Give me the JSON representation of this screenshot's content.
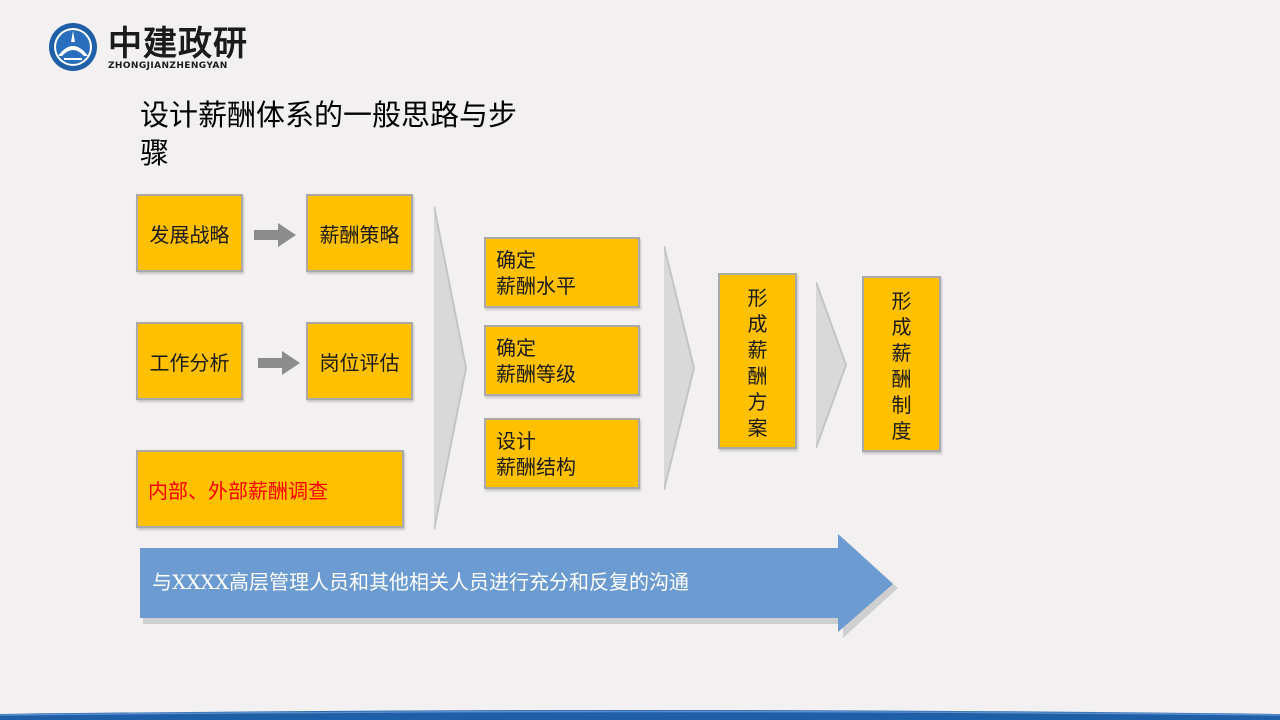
{
  "logo": {
    "name": "中建政研",
    "subtitle": "ZHONGJIANZHENGYAN",
    "colors": {
      "blue": "#1e5fa8",
      "dark": "#1b1b1b"
    }
  },
  "title": "设计薪酬体系的一般思路与步骤",
  "title_lines": [
    "设计薪酬体系的一般思路与步",
    "骤"
  ],
  "stage1": {
    "row1": {
      "left": "发展战略",
      "right": "薪酬策略"
    },
    "row2": {
      "left": "工作分析",
      "right": "岗位评估"
    },
    "survey": "内部、外部薪酬调查"
  },
  "stage2": {
    "items": [
      {
        "line1": "确定",
        "line2": "薪酬水平"
      },
      {
        "line1": "确定",
        "line2": "薪酬等级"
      },
      {
        "line1": "设计",
        "line2": "薪酬结构"
      }
    ]
  },
  "stage3": {
    "chars": [
      "形",
      "成",
      "薪",
      "酬",
      "方",
      "案"
    ]
  },
  "stage4": {
    "chars": [
      "形",
      "成",
      "薪",
      "酬",
      "制",
      "度"
    ]
  },
  "banner": "与XXXX高层管理人员和其他相关人员进行充分和反复的沟通",
  "colors": {
    "box_fill": "#ffc000",
    "box_border": "#a9a9a9",
    "survey_text": "#ff0000",
    "banner_fill": "#6b9bd1",
    "chevron_fill": "#d9d9d9",
    "footer_blue": "#1e5fa8"
  }
}
